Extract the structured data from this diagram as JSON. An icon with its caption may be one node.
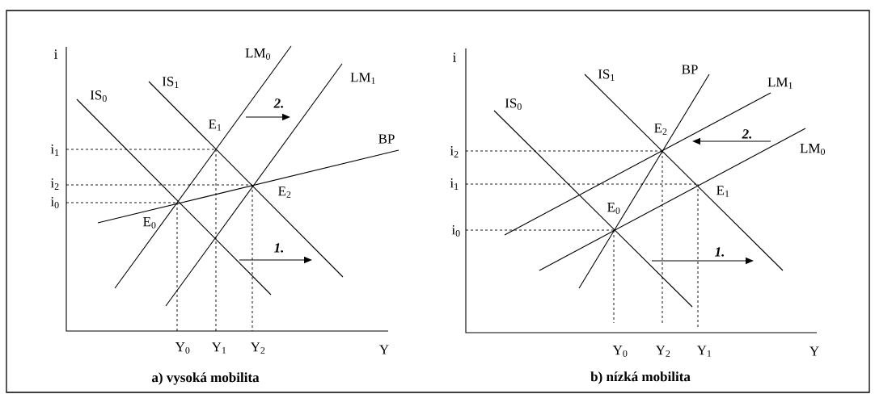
{
  "diagram": {
    "labels": [
      "i",
      "LM$_{0}$",
      "IS$_{1}$",
      "LM$_{1}$",
      "IS$_{0}$",
      "2.",
      "E$_{1}$",
      "BP",
      "i$_{1}$",
      "i$_{2}$",
      "E$_{2}$",
      "i$_{0}$",
      "E$_{0}$",
      "1.",
      "Y$_{0}$",
      "Y$_{1}$",
      "Y$_{2}$",
      "Y",
      "a) vysoká mobilita",
      "i",
      "IS$_{1}$",
      "BP",
      "LM$_{1}$",
      "IS$_{0}$",
      "E$_{2}$",
      "2.",
      "i$_{2}$",
      "LM$_{0}$",
      "i$_{1}$",
      "E$_{1}$",
      "E$_{0}$",
      "i$_{0}$",
      "1.",
      "Y$_{0}$",
      "Y$_{2}$",
      "Y$_{1}$",
      "Y",
      "b) nízká mobilita"
    ]
  }
}
